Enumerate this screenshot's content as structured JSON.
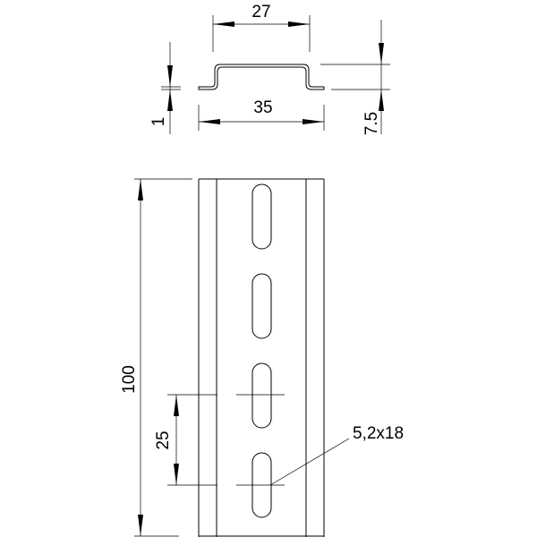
{
  "drawing": {
    "profile_dimensions": {
      "inner_width": "27",
      "outer_width": "35",
      "thickness": "1",
      "height": "7.5"
    },
    "rail_dimensions": {
      "length": "100",
      "slot_pitch": "25",
      "slot_size": "5,2x18"
    },
    "line_color": "#000000",
    "background": "#ffffff"
  }
}
